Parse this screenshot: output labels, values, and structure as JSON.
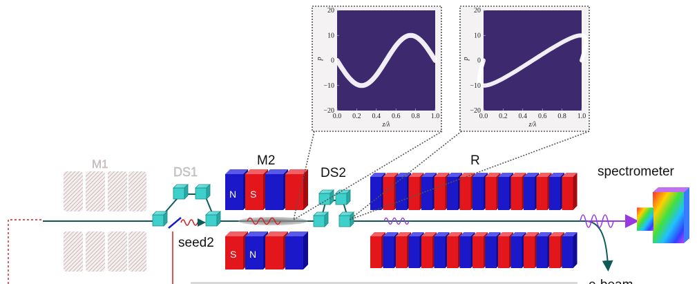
{
  "labels": {
    "m1": "M1",
    "ds1": "DS1",
    "m2": "M2",
    "ds2": "DS2",
    "r": "R",
    "spectrometer": "spectrometer",
    "seed2": "seed2",
    "ebeam": "e-beam"
  },
  "magnet_pole_labels": {
    "m2_top": [
      "N",
      "S"
    ],
    "m2_bottom": [
      "S",
      "N"
    ]
  },
  "plots": [
    {
      "ylabel": "p",
      "xlabel": "z/λ",
      "x_ticks": [
        "0.0",
        "0.2",
        "0.4",
        "0.6",
        "0.8",
        "1.0"
      ],
      "y_ticks": [
        "20",
        "10",
        "0",
        "−10",
        "−20"
      ],
      "xlim": [
        0,
        1
      ],
      "ylim": [
        -20,
        20
      ],
      "curve": "sinusoidal modulation",
      "background": "#3d2a6e"
    },
    {
      "ylabel": "p",
      "xlabel": "z/λ",
      "x_ticks": [
        "0.0",
        "0.2",
        "0.4",
        "0.6",
        "0.8",
        "1.0"
      ],
      "y_ticks": [
        "20",
        "10",
        "0",
        "−10",
        "−20"
      ],
      "xlim": [
        0,
        1
      ],
      "ylim": [
        -20,
        20
      ],
      "curve": "sheared sinusoidal modulation",
      "background": "#3d2a6e"
    }
  ],
  "colors": {
    "beamline": "#0e5a5a",
    "chicane_magnet": "#3fd0cc",
    "magnet_red": "#e3161c",
    "magnet_blue": "#1a18c8",
    "laser_red": "#d81818",
    "radiation_violet": "#9a38e0",
    "dotted_line": "#555555"
  }
}
